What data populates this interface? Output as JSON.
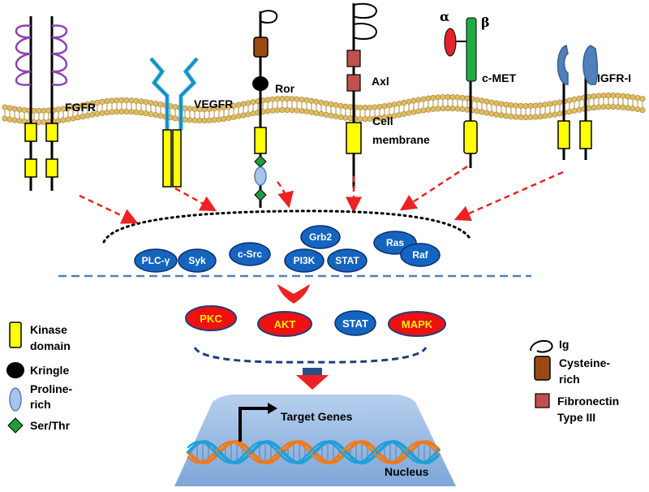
{
  "receptors": {
    "fgfr": "FGFR",
    "vegfr": "VEGFR",
    "ror": "Ror",
    "axl": "Axl",
    "cmet": "c-MET",
    "igfr": "IGFR-I",
    "alpha": "α",
    "beta": "β"
  },
  "membrane": {
    "line1": "Cell",
    "line2": "membrane"
  },
  "signaling_nodes": {
    "plc": "PLC-γ",
    "syk": "Syk",
    "csrc": "c-Src",
    "grb2": "Grb2",
    "pi3k": "PI3K",
    "stat": "STAT",
    "ras": "Ras",
    "raf": "Raf"
  },
  "effectors": {
    "pkc": "PKC",
    "akt": "AKT",
    "stat": "STAT",
    "mapk": "MAPK"
  },
  "nucleus": {
    "target_genes": "Target Genes",
    "label": "Nucleus"
  },
  "legend_left": {
    "kinase_1": "Kinase",
    "kinase_2": "domain",
    "kringle": "Kringle",
    "proline_1": "Proline-",
    "proline_2": "rich",
    "serthr": "Ser/Thr"
  },
  "legend_right": {
    "ig": "Ig",
    "cys_1": "Cysteine-",
    "cys_2": "rich",
    "fib_1": "Fibronectin",
    "fib_2": "Type III"
  },
  "colors": {
    "kinase": "#ffff00",
    "node_blue": "#1565c0",
    "effector_red": "#ee1111",
    "arrow_red": "#ee2222",
    "membrane": "#d9b45c",
    "fgfr_ig": "#8e44ad",
    "vegfr": "#2aa7d8",
    "cysteine": "#9a4a10",
    "fibronectin": "#c0504d",
    "cmet_beta": "#22aa44",
    "igfr": "#4f81bd",
    "nucleus": "#8fb4df"
  }
}
